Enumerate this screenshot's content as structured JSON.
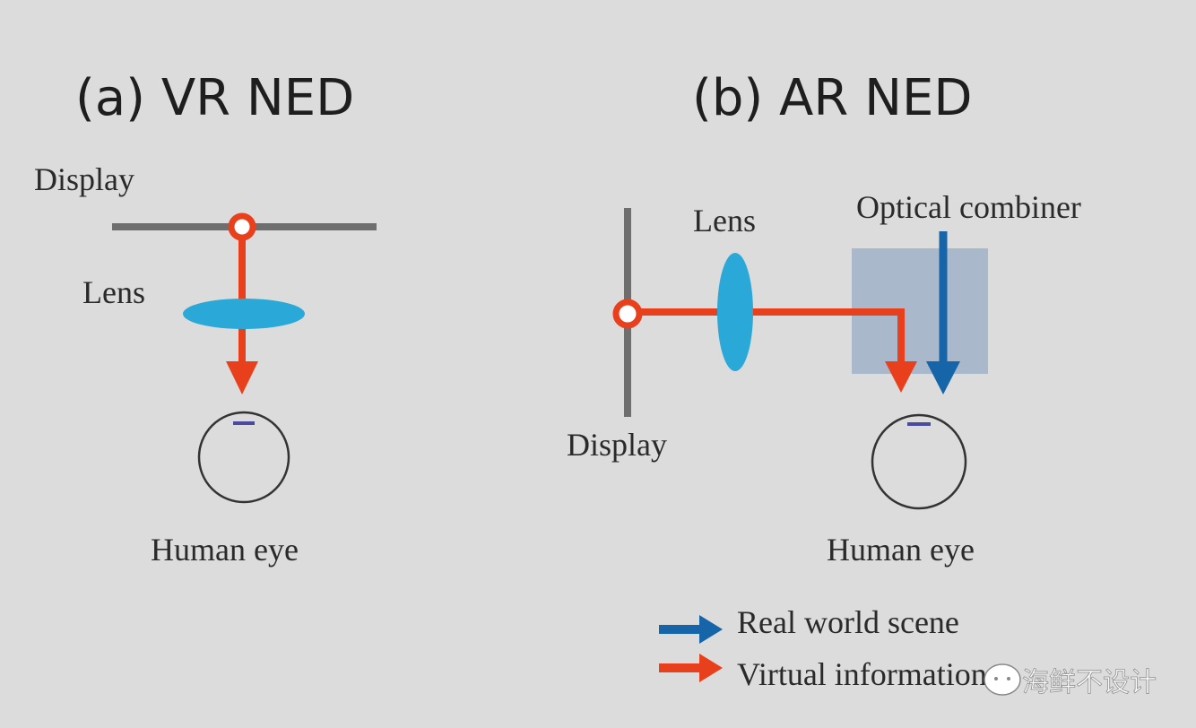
{
  "panel_a": {
    "title": "(a) VR NED",
    "display_label": "Display",
    "lens_label": "Lens",
    "eye_label": "Human eye"
  },
  "panel_b": {
    "title": "(b) AR NED",
    "display_label": "Display",
    "lens_label": "Lens",
    "combiner_label": "Optical combiner",
    "eye_label": "Human eye"
  },
  "legend": [
    {
      "label": "Real world scene",
      "color": "#1565a8"
    },
    {
      "label": "Virtual information",
      "color": "#e8401c"
    }
  ],
  "watermark": "海鲜不设计",
  "colors": {
    "virtual": "#e8401c",
    "real": "#1565a8",
    "lens": "#2aa8d8",
    "display": "#6e6e6e",
    "combiner": "#aab8cc"
  }
}
